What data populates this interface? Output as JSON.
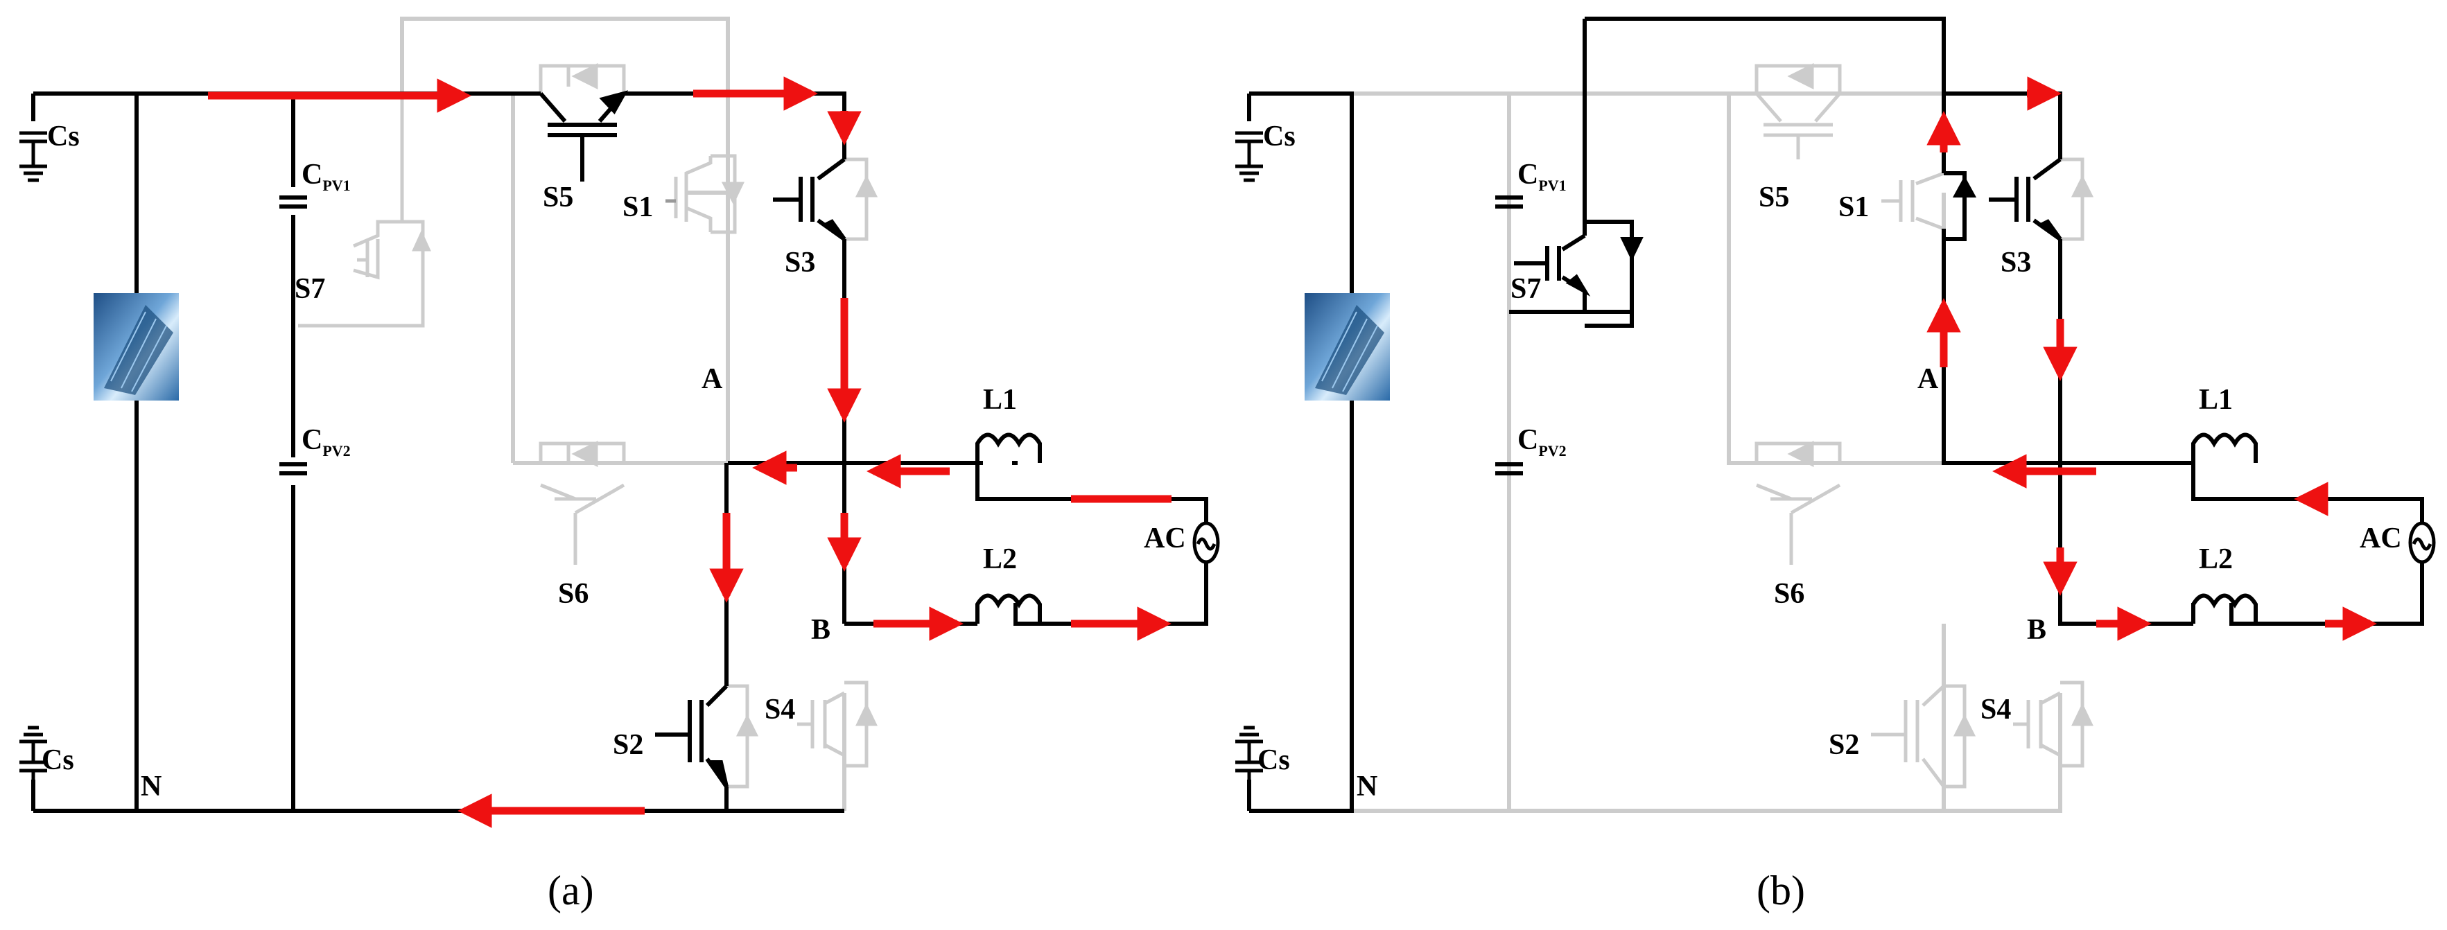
{
  "panels": [
    {
      "caption": "(a)",
      "labels": {
        "cs_top": "Cs",
        "cs_bottom": "Cs",
        "cpv1_main": "C",
        "cpv1_sub": "PV1",
        "cpv2_main": "C",
        "cpv2_sub": "PV2",
        "s1": "S1",
        "s2": "S2",
        "s3": "S3",
        "s4": "S4",
        "s5": "S5",
        "s6": "S6",
        "s7": "S7",
        "node_a": "A",
        "node_b": "B",
        "node_n": "N",
        "l1": "L1",
        "l2": "L2",
        "ac": "AC"
      }
    },
    {
      "caption": "(b)",
      "labels": {
        "cs_top": "Cs",
        "cs_bottom": "Cs",
        "cpv1_main": "C",
        "cpv1_sub": "PV1",
        "cpv2_main": "C",
        "cpv2_sub": "PV2",
        "s1": "S1",
        "s2": "S2",
        "s3": "S3",
        "s4": "S4",
        "s5": "S5",
        "s6": "S6",
        "s7": "S7",
        "node_a": "A",
        "node_b": "B",
        "node_n": "N",
        "l1": "L1",
        "l2": "L2",
        "ac": "AC"
      }
    }
  ],
  "colors": {
    "active_wire": "#000000",
    "inactive_wire": "#cccccc",
    "current_arrow": "#ee1111"
  }
}
